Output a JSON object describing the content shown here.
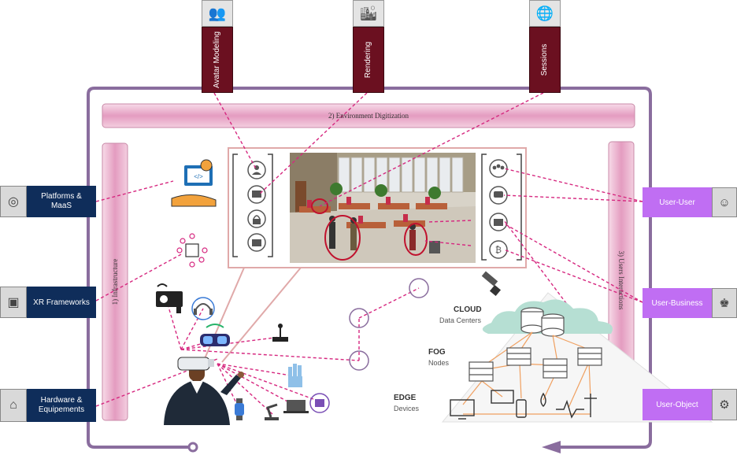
{
  "top_tabs": [
    {
      "label": "Avatar Modeling",
      "icon": "people-icon"
    },
    {
      "label": "Rendering",
      "icon": "city-map-icon"
    },
    {
      "label": "Sessions",
      "icon": "globe-icon"
    }
  ],
  "environment_bar": {
    "label": "2) Environment Digitization"
  },
  "infrastructure_bar": {
    "label": "1) Infrastructure"
  },
  "interactions_bar": {
    "label": "3) Users Interactions"
  },
  "left_boxes": [
    {
      "label_line1": "Platforms &",
      "label_line2": "MaaS",
      "icon": "maze-icon"
    },
    {
      "label_line1": "XR Frameworks",
      "label_line2": "",
      "icon": "vr-collage-icon"
    },
    {
      "label_line1": "Hardware &",
      "label_line2": "Equipements",
      "icon": "vr-headset-icon"
    }
  ],
  "right_boxes": [
    {
      "label": "User-User",
      "icon": "user-chat-icon"
    },
    {
      "label": "User-Business",
      "icon": "business-meeting-icon"
    },
    {
      "label": "User-Object",
      "icon": "user-gear-icon"
    }
  ],
  "continuum": {
    "cloud_title": "CLOUD",
    "cloud_sub": "Data Centers",
    "fog_title": "FOG",
    "fog_sub": "Nodes",
    "edge_title": "EDGE",
    "edge_sub": "Devices"
  },
  "colors": {
    "navy": "#0f2d5a",
    "maroon": "#6b1020",
    "purple": "#c06ef3",
    "pink_bar": "#e7a6c6",
    "frame": "#8a6d9e",
    "link": "#d6277f",
    "panel_border": "#e0a9a9"
  }
}
